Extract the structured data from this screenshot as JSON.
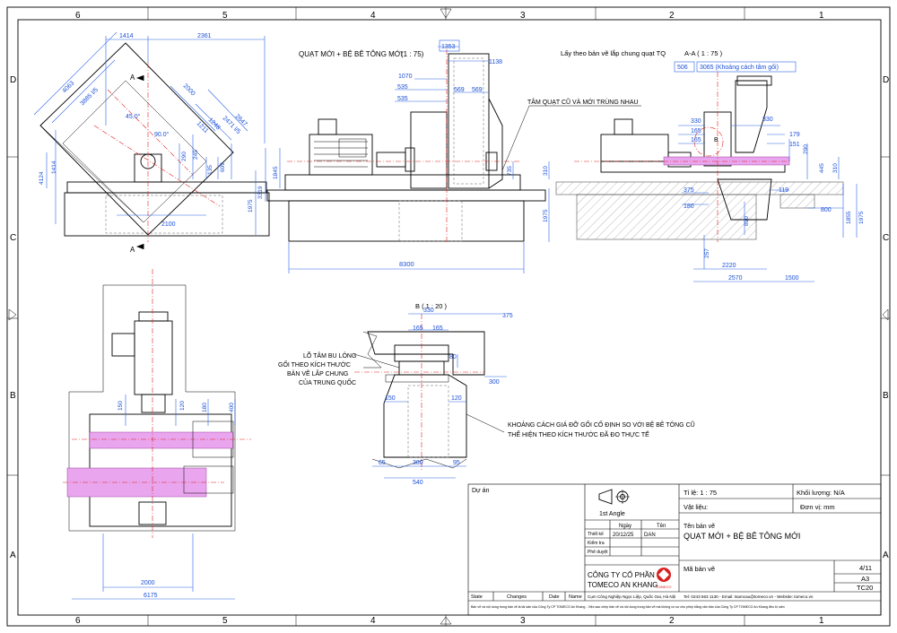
{
  "border": {
    "cols": [
      "6",
      "5",
      "4",
      "3",
      "2",
      "1"
    ],
    "rows": [
      "D",
      "C",
      "B",
      "A"
    ]
  },
  "views": {
    "left_top": {
      "label_a": "A",
      "dims": [
        "1414",
        "2361",
        "4063",
        "3885 l/5",
        "2000",
        "45.0°",
        "90.0°",
        "2647",
        "2471 l/5",
        "1248",
        "1211",
        "290",
        "245",
        "135",
        "609",
        "1414",
        "4124",
        "3319",
        "1975",
        "2100"
      ]
    },
    "center_top": {
      "title": "QUẠT MỚI + BỆ BÊ TÔNG MỚI",
      "scale": "(1 : 75)",
      "dims": [
        "1353",
        "1138",
        "1070",
        "535",
        "535",
        "569",
        "569",
        "1845",
        "735",
        "310",
        "1975",
        "8300"
      ],
      "note": "TÂM QUẠT CŨ VÀ MỚI TRÙNG NHAU"
    },
    "right_top": {
      "note_top": "Lấy theo bản vẽ lắp chung quạt TQ",
      "section_title": "A-A ( 1 : 75 )",
      "dim_506": "506",
      "dim_3065": "3065 (Khoảng cách tâm gối)",
      "label_b": "B",
      "dims": [
        "330",
        "330",
        "165",
        "165",
        "179",
        "151",
        "290",
        "445",
        "310",
        "119",
        "375",
        "180",
        "800",
        "1855",
        "1975",
        "890",
        "257",
        "2220",
        "2570",
        "1500"
      ]
    },
    "bottom_left": {
      "dims": [
        "150",
        "120",
        "180",
        "400",
        "2000",
        "6175"
      ]
    },
    "detail_b": {
      "title": "B ( 1 : 20 )",
      "dims": [
        "330",
        "375",
        "165",
        "165",
        "80",
        "300",
        "150",
        "120",
        "65",
        "380",
        "95",
        "540"
      ],
      "note_bolt_1": "LỖ TÂM BU LÔNG",
      "note_bolt_2": "GỐI THEO KÍCH THƯỚC",
      "note_bolt_3": "BẢN VẼ LẮP CHUNG",
      "note_bolt_4": "CỦA TRUNG QUỐC",
      "note_height_1": "KHOẢNG CÁCH GIÁ ĐỠ GỐI CỐ ĐỊNH SO VỚI BỆ BÊ TÔNG CŨ",
      "note_height_2": "THỂ HIỆN THEO KÍCH THƯỚC ĐÃ ĐO THỰC TẾ"
    }
  },
  "title_block": {
    "project_label": "Dự án",
    "projection": "1st Angle",
    "scale": "Tỉ lệ: 1 : 75",
    "mass": "Khối lượng: N/A",
    "material": "Vật liệu:",
    "unit": "Đơn vị: mm",
    "date_header": "Ngày",
    "name_header": "Tên",
    "drawn_by_label": "Thiết kế",
    "drawn_date": "20/12/25",
    "drawn_name": "DAN",
    "checked_label": "Kiểm tra",
    "approved_label": "Phê duyệt",
    "drawing_name_label": "Tên bản vẽ",
    "drawing_name": "QUẠT MỚI + BỆ BÊ TÔNG MỚI",
    "company_1": "CÔNG TY CỔ PHẦN",
    "company_2": "TOMECO AN KHANG",
    "logo_text": "TOMECO",
    "address": "Cụm Công Nghiệp Ngọc Liệp, Quốc Oai, Hà Nội",
    "contact": "Tel: 0243 563 1130 - Email: tsamcau@tomeco.vn - Website: tomeco.vn",
    "code_label": "Mã bản vẽ",
    "sheet": "4/11",
    "paper": "A3",
    "revision": "TC20",
    "rev_headers": [
      "State",
      "Changes",
      "Date",
      "Name"
    ],
    "footer": "Bản vẽ và nội dung trong bản vẽ là tài sản của Công Ty CP TOMECO An Khang - Việc sao chép bản vẽ và nội dung trong bản vẽ mà không có sự cho phép bằng văn bản của Công Ty CP TOMECO An Khang đều bị cấm"
  }
}
